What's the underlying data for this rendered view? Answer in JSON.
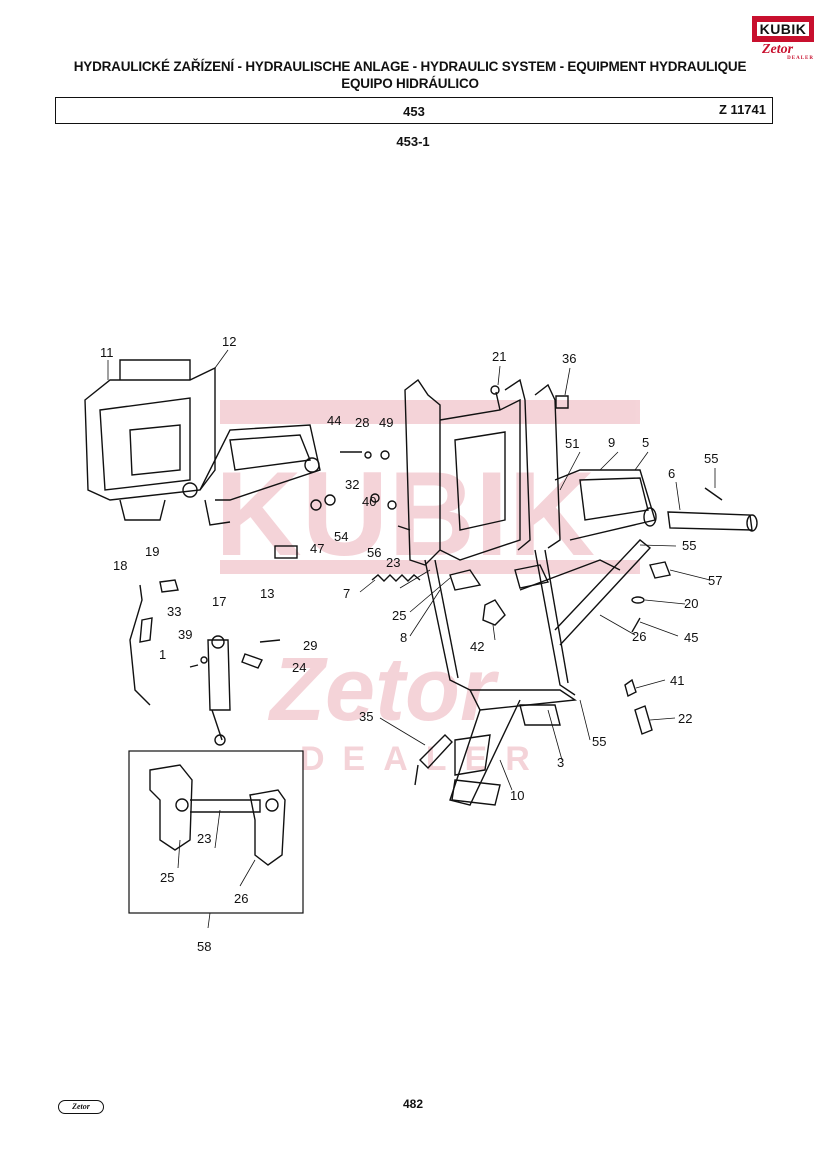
{
  "logo": {
    "brand": "KUBIK",
    "sub": "Zetor",
    "tagline": "DEALER"
  },
  "header": {
    "title_line1": "HYDRAULICKÉ ZAŘÍZENÍ - HYDRAULISCHE ANLAGE - HYDRAULIC SYSTEM - EQUIPMENT HYDRAULIQUE",
    "title_line2": "EQUIPO HIDRÁULICO",
    "group_number": "453",
    "code": "Z 11741"
  },
  "subtitle": "453-1",
  "part_labels": [
    "11",
    "12",
    "21",
    "36",
    "44",
    "28",
    "49",
    "51",
    "9",
    "5",
    "6",
    "55",
    "32",
    "40",
    "47",
    "54",
    "56",
    "13",
    "19",
    "18",
    "17",
    "33",
    "39",
    "1",
    "29",
    "24",
    "7",
    "23",
    "25",
    "8",
    "42",
    "26",
    "55",
    "57",
    "20",
    "45",
    "41",
    "22",
    "35",
    "3",
    "55",
    "10",
    "23",
    "25",
    "26",
    "58"
  ],
  "watermark": {
    "brand": "KUBIK",
    "sub": "Zetor",
    "tagline": "DEALER"
  },
  "footer": {
    "page_number": "482",
    "logo": "Zetor"
  }
}
